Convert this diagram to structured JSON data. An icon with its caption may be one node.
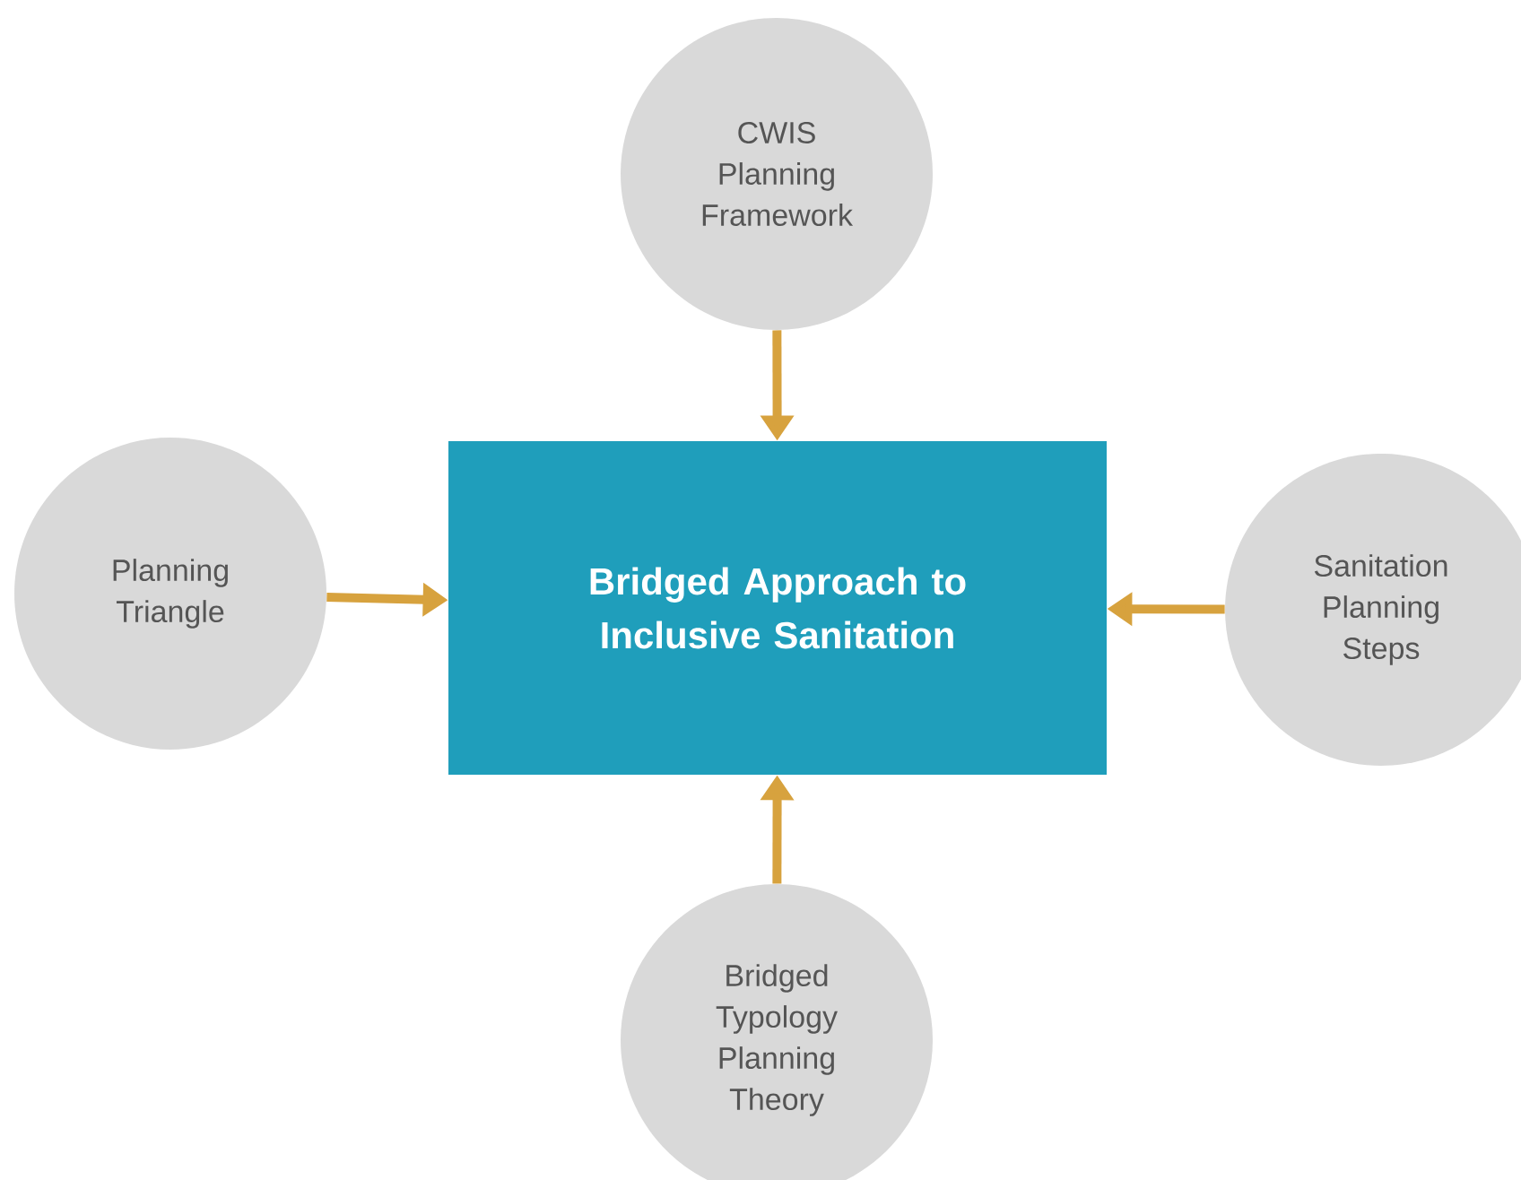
{
  "diagram": {
    "nodes": [
      {
        "text": [
          "CWIS Planning Framework"
        ]
      },
      {
        "text": [
          "Planning Triangle"
        ]
      },
      {
        "text": [
          "Bridged Approach to Inclusive Sanitation"
        ]
      },
      {
        "text": [
          "Sanitation Planning Steps"
        ]
      },
      {
        "text": [
          "Bridged Typology Planning Theory"
        ]
      }
    ],
    "edges": [
      {
        "from": 0,
        "to": 2,
        "arrow": "to"
      },
      {
        "from": 1,
        "to": 2,
        "arrow": "to"
      },
      {
        "from": 3,
        "to": 2,
        "arrow": "to"
      },
      {
        "from": 4,
        "to": 2,
        "arrow": "to"
      }
    ]
  }
}
